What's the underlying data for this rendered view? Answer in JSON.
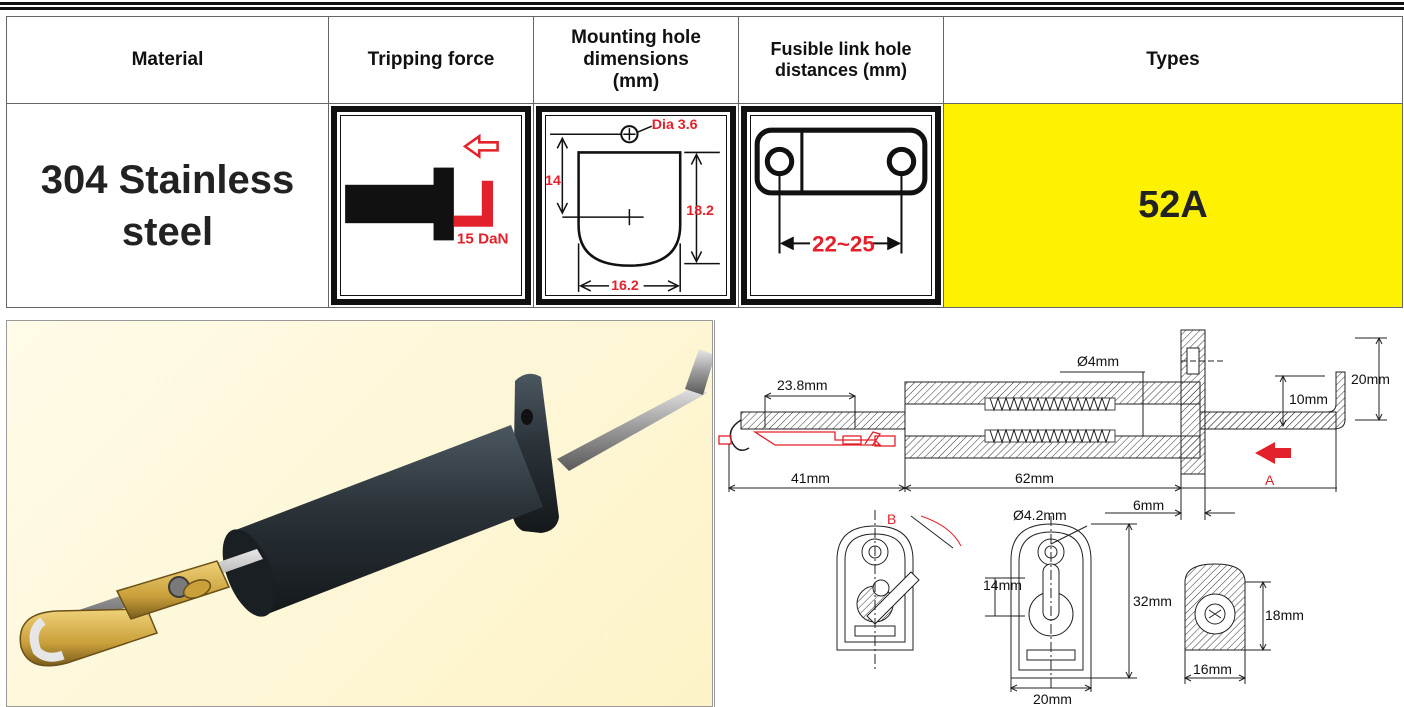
{
  "table": {
    "headers": {
      "material": "Material",
      "tripping_force": "Tripping force",
      "mounting_hole": "Mounting hole dimensions (mm)",
      "mounting_hole_line1": "Mounting hole",
      "mounting_hole_line2": "dimensions",
      "mounting_hole_line3": "(mm)",
      "fusible_link": "Fusible link hole distances (mm)",
      "fusible_link_line1": "Fusible link hole",
      "fusible_link_line2": "distances (mm)",
      "types": "Types"
    },
    "row": {
      "material_line1": "304 Stainless",
      "material_line2": "steel",
      "tripping_force_label": "15 DaN",
      "mounting_dia": "Dia 3.6",
      "mounting_height": "14",
      "mounting_total": "18.2",
      "mounting_width": "16.2",
      "fusible_distance": "22~25",
      "type": "52A"
    }
  },
  "drawing": {
    "d_23_8": "23.8mm",
    "d_41": "41mm",
    "d_62": "62mm",
    "d_6": "6mm",
    "d_phi4": "Ø4mm",
    "d_10": "10mm",
    "d_20": "20mm",
    "label_a": "A",
    "label_b": "B",
    "d_phi4_2": "Ø4.2mm",
    "d_14": "14mm",
    "d_32": "32mm",
    "d_20b": "20mm",
    "d_18": "18mm",
    "d_16": "16mm"
  },
  "colors": {
    "accent_red": "#e3212b",
    "types_yellow": "#fff200",
    "brass": "#c9a03a"
  }
}
